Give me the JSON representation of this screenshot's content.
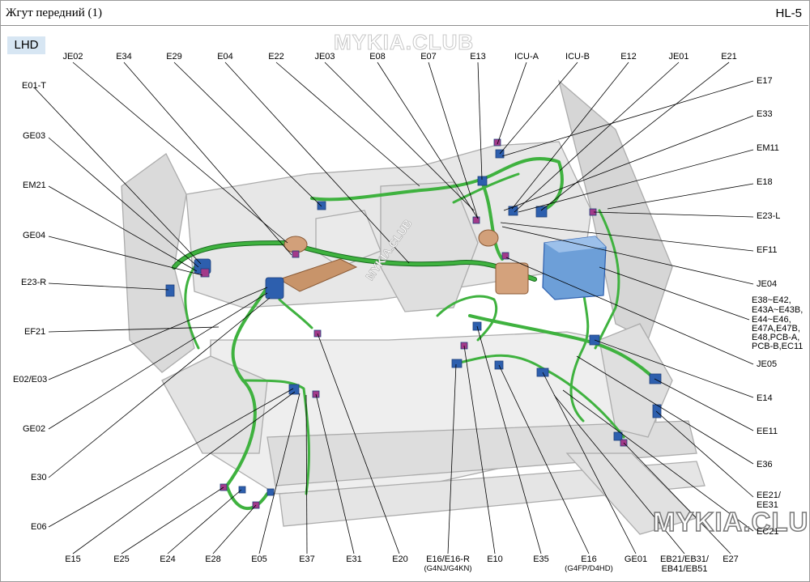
{
  "header": {
    "title": "Жгут передний    (1)",
    "page": "HL-5"
  },
  "badge": "LHD",
  "watermarks": {
    "top": "MYKIA.CLUB",
    "middle": "MYKIA.CLUB",
    "bottom_right": "MYKIA.CLUB"
  },
  "colors": {
    "harness": "#35a535",
    "harness_dark": "#186b1f",
    "connector_blue": "#2d5fae",
    "connector_purple": "#a23a8a",
    "relay_box": "#6d9fd8",
    "badge_bg": "#d7e6f3"
  },
  "labels": {
    "top": [
      "JE02",
      "E34",
      "E29",
      "E04",
      "E22",
      "JE03",
      "E08",
      "E07",
      "E13",
      "ICU-A",
      "ICU-B",
      "E12",
      "JE01",
      "E21"
    ],
    "left": [
      "E01-T",
      "GE03",
      "EM21",
      "GE04",
      "E23-R",
      "EF21",
      "E02/E03",
      "GE02",
      "E30",
      "E06"
    ],
    "right": [
      "E17",
      "E33",
      "EM11",
      "E18",
      "E23-L",
      "EF11",
      "JE04",
      "E38~E42,",
      "E43A~E43B,",
      "E44~E46,",
      "E47A,E47B,",
      "E48,PCB-A,",
      "PCB-B,EC11",
      "JE05",
      "E14",
      "EE11",
      "E36",
      "EE21/",
      "EE31",
      "EC21"
    ],
    "bottom": [
      "E15",
      "E25",
      "E24",
      "E28",
      "E05",
      "E37",
      "E31",
      "E20",
      "E16/E16-R",
      "E10",
      "E35",
      "E16",
      "GE01",
      "EB21/EB31/",
      "EB41/EB51",
      "E27"
    ],
    "bottom_sub": [
      "(G4NJ/G4KN)",
      "(G4FP/D4HD)"
    ]
  }
}
